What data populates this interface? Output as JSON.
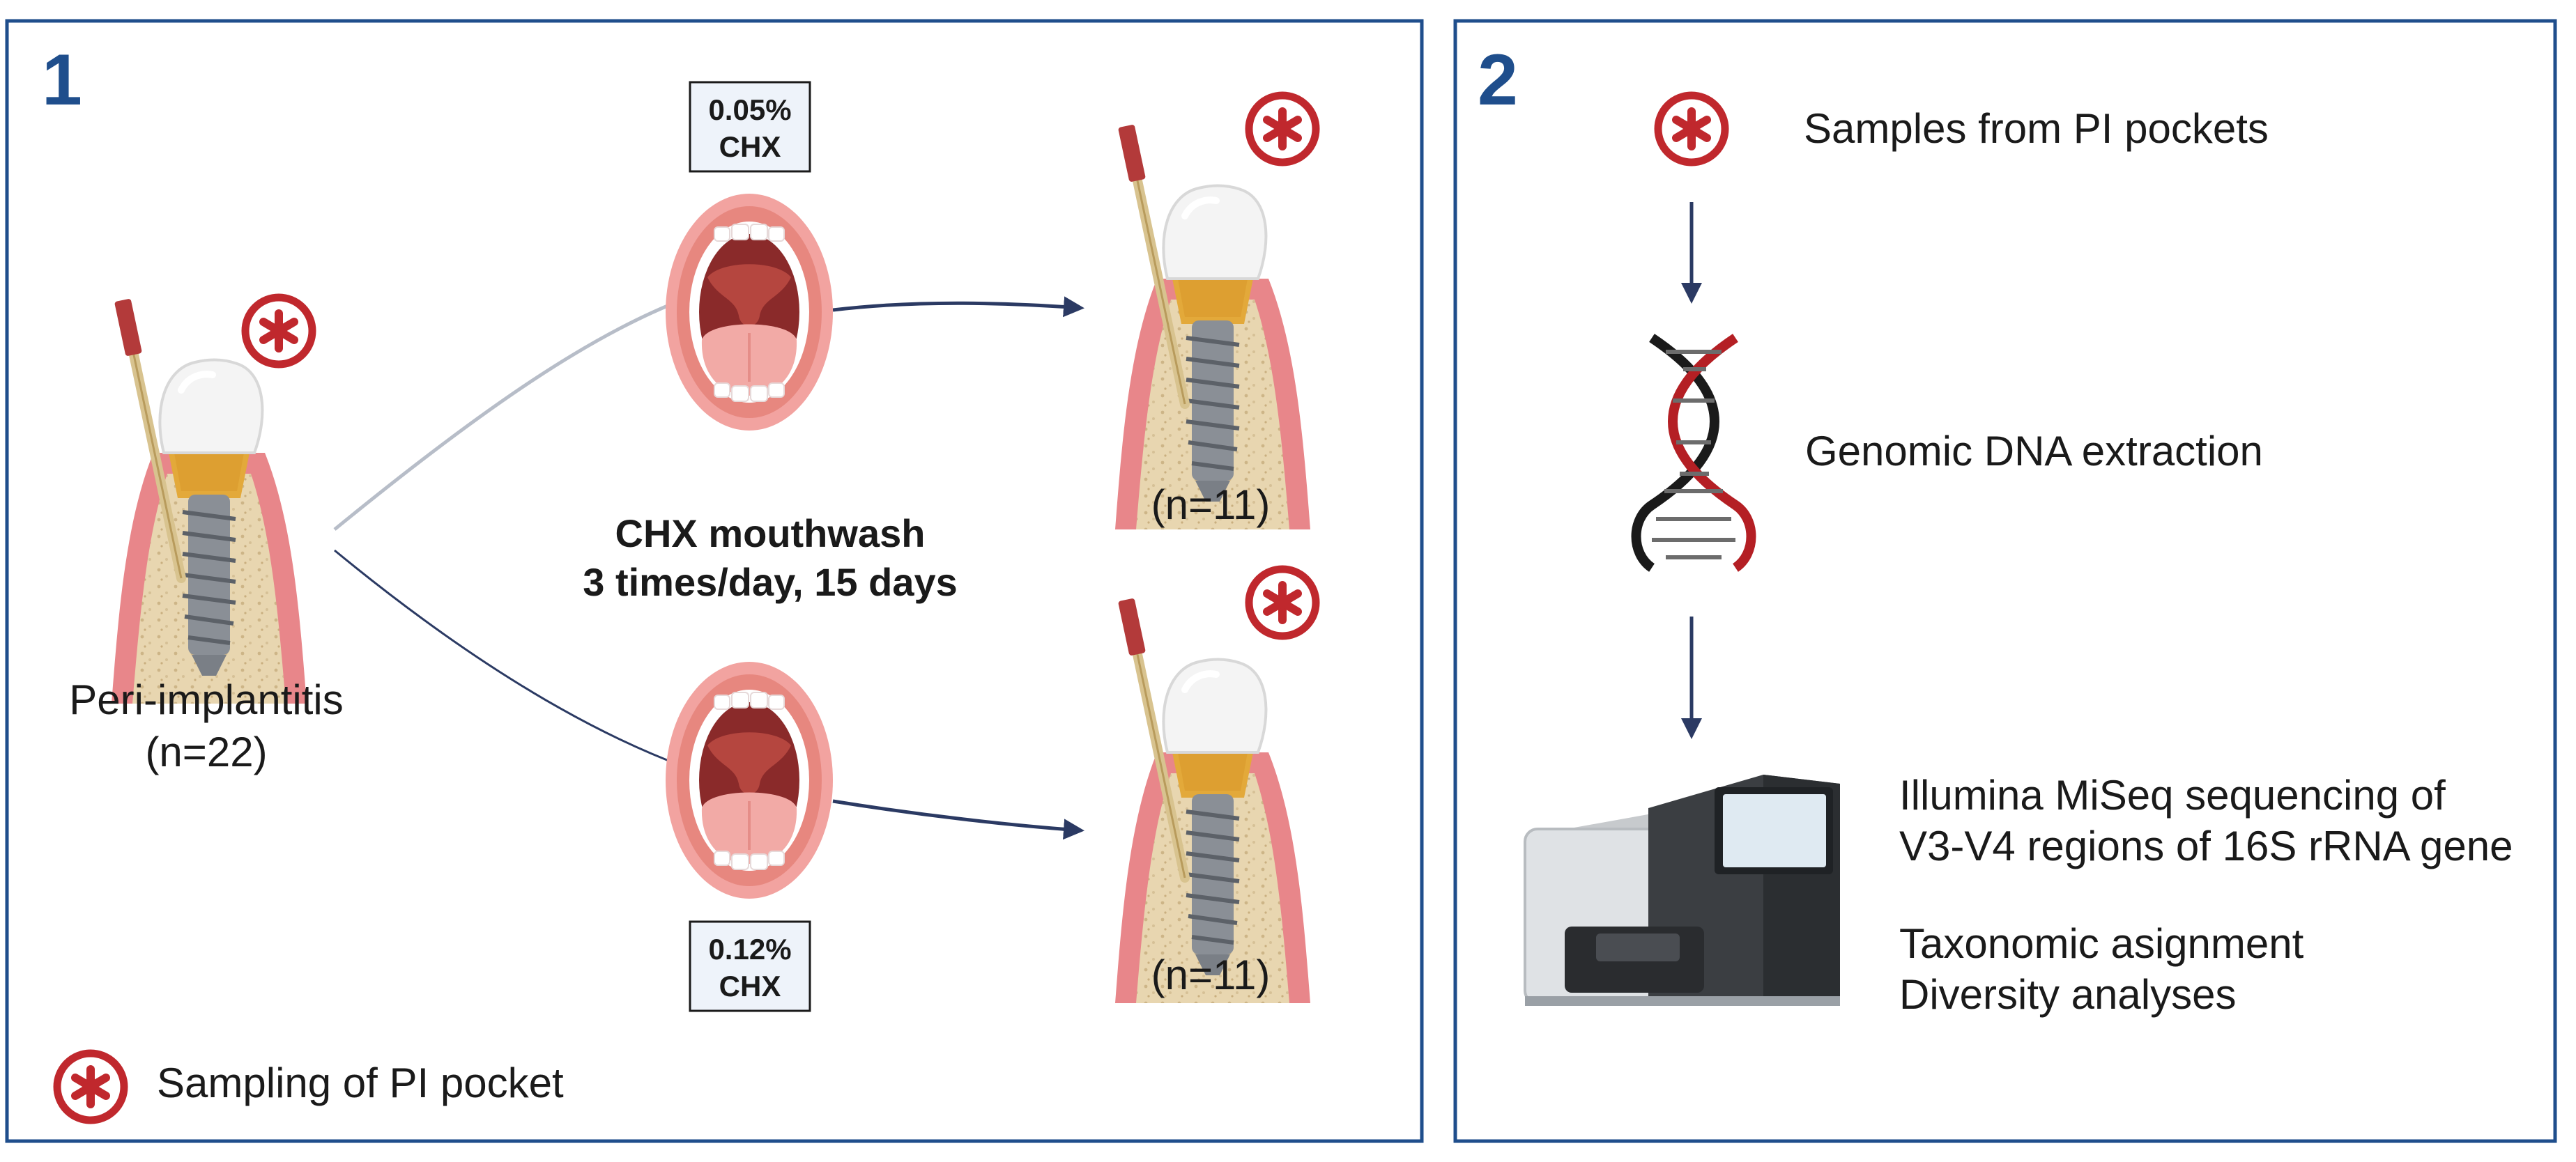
{
  "panel1": {
    "number": "1",
    "group_label": "Peri-implantitis",
    "group_n": "(n=22)",
    "conc_top_line1": "0.05%",
    "conc_top_line2": "CHX",
    "conc_bottom_line1": "0.12%",
    "conc_bottom_line2": "CHX",
    "treatment_line1": "CHX mouthwash",
    "treatment_line2": "3 times/day, 15 days",
    "n_top": "(n=11)",
    "n_bottom": "(n=11)",
    "legend": "Sampling of PI pocket"
  },
  "panel2": {
    "number": "2",
    "step1": "Samples from PI pockets",
    "step2": "Genomic DNA extraction",
    "step3_line1": "Illumina MiSeq sequencing of",
    "step3_line2": "V3-V4 regions of 16S rRNA gene",
    "step4_line1": "Taxonomic asignment",
    "step4_line2": "Diversity analyses"
  },
  "colors": {
    "frame": "#1f4e8c",
    "arrow": "#2b3a63",
    "marker_red": "#c0282d",
    "gum": "#e8868a",
    "bone": "#e8d6b0",
    "implant": "#8a8f96",
    "crown": "#f4f4f4"
  }
}
